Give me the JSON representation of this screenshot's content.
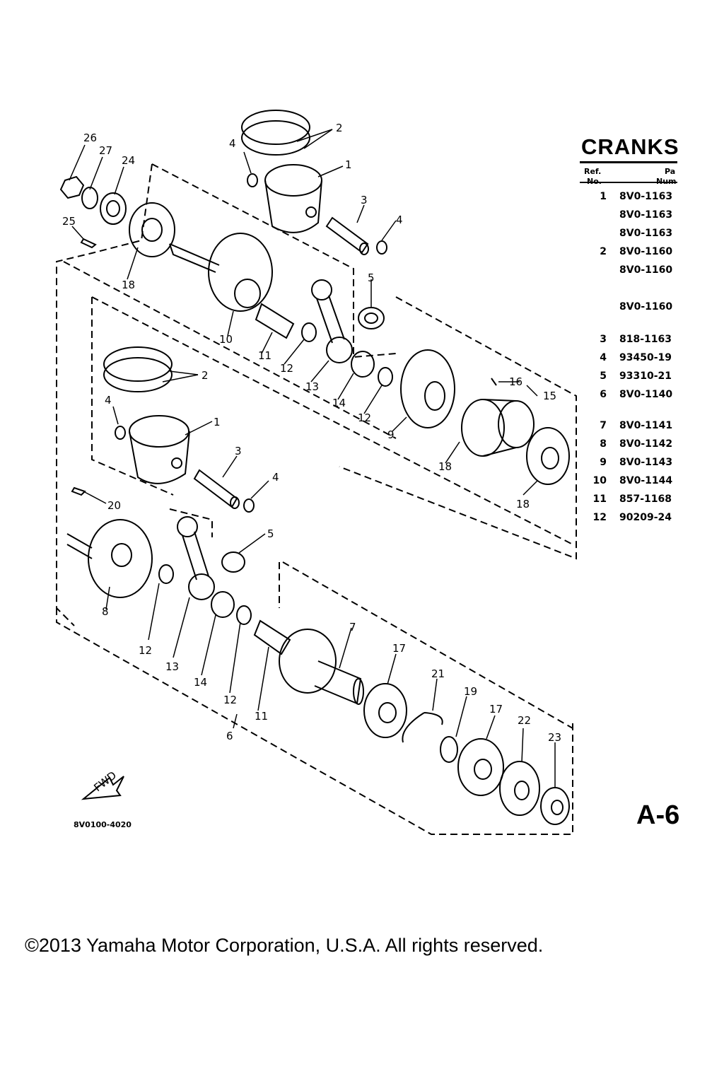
{
  "title": "CRANKS",
  "table_header": {
    "ref_line1": "Ref.",
    "ref_line2": "No.",
    "part_line1": "Pa",
    "part_line2": "Num"
  },
  "parts_rows": [
    {
      "ref": "1",
      "part": "8V0-1163"
    },
    {
      "ref": "",
      "part": "8V0-1163"
    },
    {
      "ref": "",
      "part": "8V0-1163"
    },
    {
      "ref": "2",
      "part": "8V0-1160"
    },
    {
      "ref": "",
      "part": "8V0-1160"
    },
    {
      "ref": "",
      "part": "8V0-1160"
    },
    {
      "ref": "3",
      "part": "818-1163"
    },
    {
      "ref": "4",
      "part": "93450-19"
    },
    {
      "ref": "5",
      "part": "93310-21"
    },
    {
      "ref": "6",
      "part": "8V0-1140"
    },
    {
      "ref": "7",
      "part": "8V0-1141"
    },
    {
      "ref": "8",
      "part": "8V0-1142"
    },
    {
      "ref": "9",
      "part": "8V0-1143"
    },
    {
      "ref": "10",
      "part": "8V0-1144"
    },
    {
      "ref": "11",
      "part": "857-1168"
    },
    {
      "ref": "12",
      "part": "90209-24"
    }
  ],
  "page_number": "A-6",
  "diagram_code": "8V0100-4020",
  "fwd_label": "FWD",
  "copyright": "©2013 Yamaha Motor Corporation, U.S.A. All rights reserved.",
  "callouts": [
    "26",
    "27",
    "24",
    "25",
    "18",
    "4",
    "2",
    "1",
    "3",
    "4",
    "5",
    "10",
    "11",
    "12",
    "13",
    "14",
    "12",
    "9",
    "16",
    "15",
    "18",
    "18",
    "2",
    "4",
    "1",
    "3",
    "4",
    "5",
    "20",
    "8",
    "12",
    "13",
    "14",
    "12",
    "11",
    "6",
    "7",
    "17",
    "21",
    "19",
    "17",
    "22",
    "23"
  ]
}
